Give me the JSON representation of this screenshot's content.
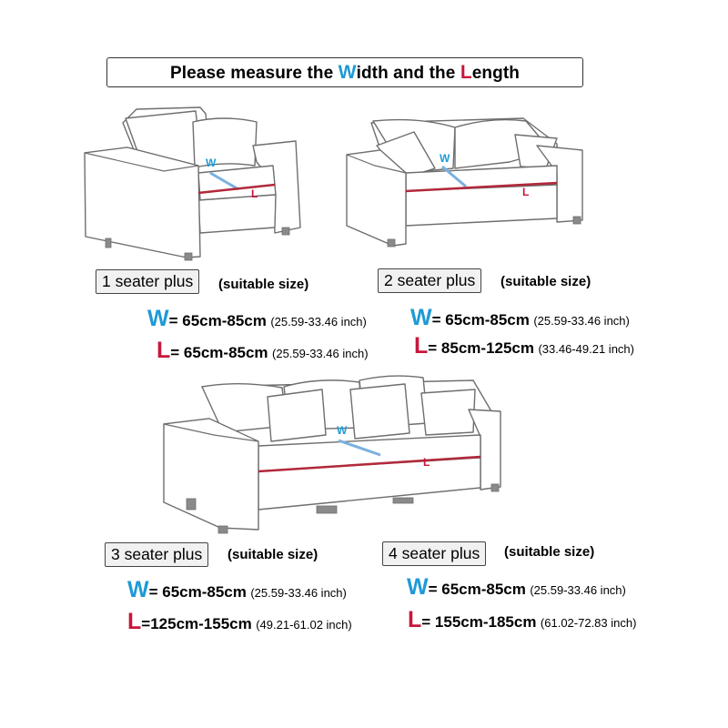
{
  "title": {
    "before": "Please measure the ",
    "w_letter": "W",
    "w_rest": "idth and the ",
    "l_letter": "L",
    "l_rest": "ength"
  },
  "diagram_marks": {
    "w": "W",
    "l": "L"
  },
  "colors": {
    "width_accent": "#1e9ad6",
    "length_accent": "#c8163a"
  },
  "products": [
    {
      "label": "1 seater plus",
      "suitable": "(suitable size)",
      "w_letter": "W",
      "w_value": "= 65cm-85cm",
      "w_inch": "(25.59-33.46 inch)",
      "l_letter": "L",
      "l_value": "= 65cm-85cm",
      "l_inch": "(25.59-33.46 inch)"
    },
    {
      "label": "2 seater plus",
      "suitable": "(suitable size)",
      "w_letter": "W",
      "w_value": "= 65cm-85cm",
      "w_inch": "(25.59-33.46 inch)",
      "l_letter": "L",
      "l_value": "= 85cm-125cm",
      "l_inch": "(33.46-49.21 inch)"
    },
    {
      "label": "3 seater plus",
      "suitable": "(suitable size)",
      "w_letter": "W",
      "w_value": "= 65cm-85cm",
      "w_inch": "(25.59-33.46 inch)",
      "l_letter": "L",
      "l_value": "=125cm-155cm",
      "l_inch": "(49.21-61.02 inch)"
    },
    {
      "label": "4 seater plus",
      "suitable": "(suitable size)",
      "w_letter": "W",
      "w_value": "= 65cm-85cm",
      "w_inch": "(25.59-33.46 inch)",
      "l_letter": "L",
      "l_value": "= 155cm-185cm",
      "l_inch": "(61.02-72.83 inch)"
    }
  ]
}
